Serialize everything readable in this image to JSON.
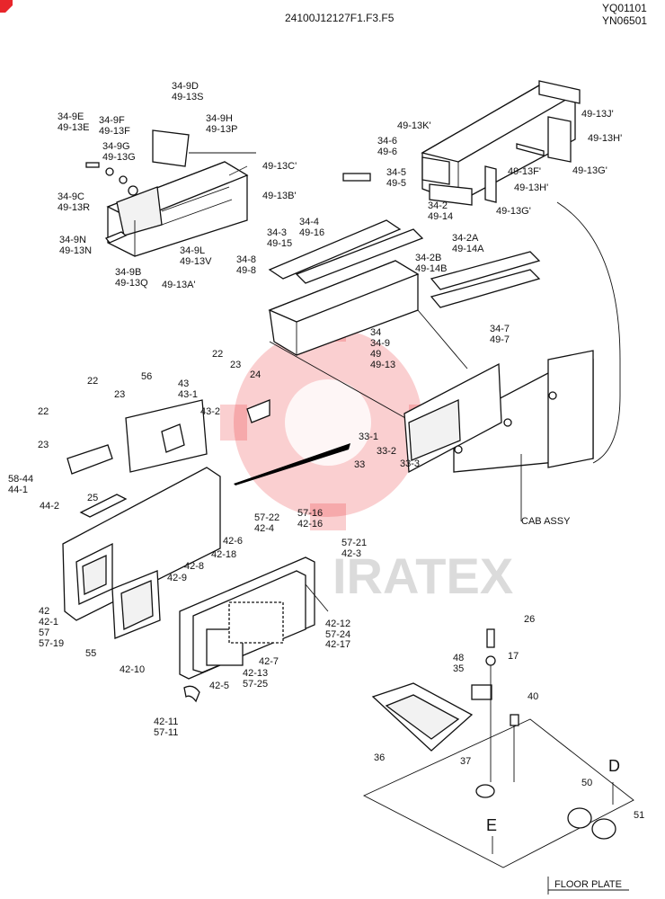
{
  "header": {
    "model_code": "24100J12127F1.F3.F5",
    "ref_line1": "YQ01101",
    "ref_line2": "YN06501"
  },
  "watermark": {
    "text": "IRATEX",
    "color": "#e8262b"
  },
  "callouts": [
    {
      "id": "c1",
      "l": [
        "34-9D",
        "49-13S"
      ]
    },
    {
      "id": "c2",
      "l": [
        "34-9E",
        "49-13E"
      ]
    },
    {
      "id": "c3",
      "l": [
        "34-9F",
        "49-13F"
      ]
    },
    {
      "id": "c4",
      "l": [
        "34-9H",
        "49-13P"
      ]
    },
    {
      "id": "c5",
      "l": [
        "34-9G",
        "49-13G"
      ]
    },
    {
      "id": "c6",
      "l": [
        "49-13C'"
      ]
    },
    {
      "id": "c7",
      "l": [
        "49-13B'"
      ]
    },
    {
      "id": "c8",
      "l": [
        "34-9C",
        "49-13R"
      ]
    },
    {
      "id": "c9",
      "l": [
        "34-9N",
        "49-13N"
      ]
    },
    {
      "id": "c10",
      "l": [
        "34-9L",
        "49-13V"
      ]
    },
    {
      "id": "c11",
      "l": [
        "34-9B",
        "49-13Q"
      ]
    },
    {
      "id": "c12",
      "l": [
        "49-13A'"
      ]
    },
    {
      "id": "c13",
      "l": [
        "49-13K'"
      ]
    },
    {
      "id": "c14",
      "l": [
        "49-13J'"
      ]
    },
    {
      "id": "c15",
      "l": [
        "49-13H'"
      ]
    },
    {
      "id": "c16",
      "l": [
        "34-6",
        "49-6"
      ]
    },
    {
      "id": "c17",
      "l": [
        "49-13F'"
      ]
    },
    {
      "id": "c18",
      "l": [
        "49-13G'"
      ]
    },
    {
      "id": "c19",
      "l": [
        "34-5",
        "49-5"
      ]
    },
    {
      "id": "c20",
      "l": [
        "49-13H'"
      ]
    },
    {
      "id": "c21",
      "l": [
        "49-13G'"
      ]
    },
    {
      "id": "c22",
      "l": [
        "34-2",
        "49-14"
      ]
    },
    {
      "id": "c23",
      "l": [
        "34-4",
        "49-16"
      ]
    },
    {
      "id": "c24",
      "l": [
        "34-3",
        "49-15"
      ]
    },
    {
      "id": "c25",
      "l": [
        "34-2A",
        "49-14A"
      ]
    },
    {
      "id": "c26",
      "l": [
        "34-2B",
        "49-14B"
      ]
    },
    {
      "id": "c27",
      "l": [
        "34-8",
        "49-8"
      ]
    },
    {
      "id": "c28",
      "l": [
        "34-7",
        "49-7"
      ]
    },
    {
      "id": "c29",
      "l": [
        "34",
        "34-9",
        "49",
        "49-13"
      ]
    },
    {
      "id": "c30",
      "l": [
        "22"
      ]
    },
    {
      "id": "c31",
      "l": [
        "23"
      ]
    },
    {
      "id": "c32",
      "l": [
        "24"
      ]
    },
    {
      "id": "c33",
      "l": [
        "56"
      ]
    },
    {
      "id": "c34",
      "l": [
        "43",
        "43-1"
      ]
    },
    {
      "id": "c35",
      "l": [
        "22"
      ]
    },
    {
      "id": "c36",
      "l": [
        "23"
      ]
    },
    {
      "id": "c37",
      "l": [
        "43-2"
      ]
    },
    {
      "id": "c38",
      "l": [
        "22"
      ]
    },
    {
      "id": "c39",
      "l": [
        "23"
      ]
    },
    {
      "id": "c40",
      "l": [
        "33-1"
      ]
    },
    {
      "id": "c41",
      "l": [
        "33-2"
      ]
    },
    {
      "id": "c42",
      "l": [
        "33"
      ]
    },
    {
      "id": "c43",
      "l": [
        "33-3"
      ]
    },
    {
      "id": "c44",
      "l": [
        "58-44",
        "44-1"
      ]
    },
    {
      "id": "c45",
      "l": [
        "44-2"
      ]
    },
    {
      "id": "c46",
      "l": [
        "25"
      ]
    },
    {
      "id": "c47",
      "l": [
        "CAB ASSY"
      ]
    },
    {
      "id": "c48",
      "l": [
        "57-22",
        "42-4"
      ]
    },
    {
      "id": "c49",
      "l": [
        "57-16",
        "42-16"
      ]
    },
    {
      "id": "c50",
      "l": [
        "42-6"
      ]
    },
    {
      "id": "c51",
      "l": [
        "57-21",
        "42-3"
      ]
    },
    {
      "id": "c52",
      "l": [
        "42-18"
      ]
    },
    {
      "id": "c53",
      "l": [
        "42-8"
      ]
    },
    {
      "id": "c54",
      "l": [
        "42-9"
      ]
    },
    {
      "id": "c55",
      "l": [
        "42",
        "42-1",
        "57",
        "57-19"
      ]
    },
    {
      "id": "c56",
      "l": [
        "55"
      ]
    },
    {
      "id": "c57",
      "l": [
        "42-12",
        "57-24"
      ]
    },
    {
      "id": "c58",
      "l": [
        "42-17"
      ]
    },
    {
      "id": "c59",
      "l": [
        "42-7"
      ]
    },
    {
      "id": "c60",
      "l": [
        "42-10"
      ]
    },
    {
      "id": "c61",
      "l": [
        "42-5"
      ]
    },
    {
      "id": "c62",
      "l": [
        "42-13",
        "57-25"
      ]
    },
    {
      "id": "c63",
      "l": [
        "42-11",
        "57-11"
      ]
    },
    {
      "id": "c64",
      "l": [
        "26"
      ]
    },
    {
      "id": "c65",
      "l": [
        "48",
        "35"
      ]
    },
    {
      "id": "c66",
      "l": [
        "17"
      ]
    },
    {
      "id": "c67",
      "l": [
        "40"
      ]
    },
    {
      "id": "c68",
      "l": [
        "36"
      ]
    },
    {
      "id": "c69",
      "l": [
        "37"
      ]
    },
    {
      "id": "c70",
      "l": [
        "D"
      ]
    },
    {
      "id": "c71",
      "l": [
        "50"
      ]
    },
    {
      "id": "c72",
      "l": [
        "51"
      ]
    },
    {
      "id": "c73",
      "l": [
        "E"
      ]
    },
    {
      "id": "c74",
      "l": [
        "FLOOR PLATE"
      ]
    }
  ]
}
